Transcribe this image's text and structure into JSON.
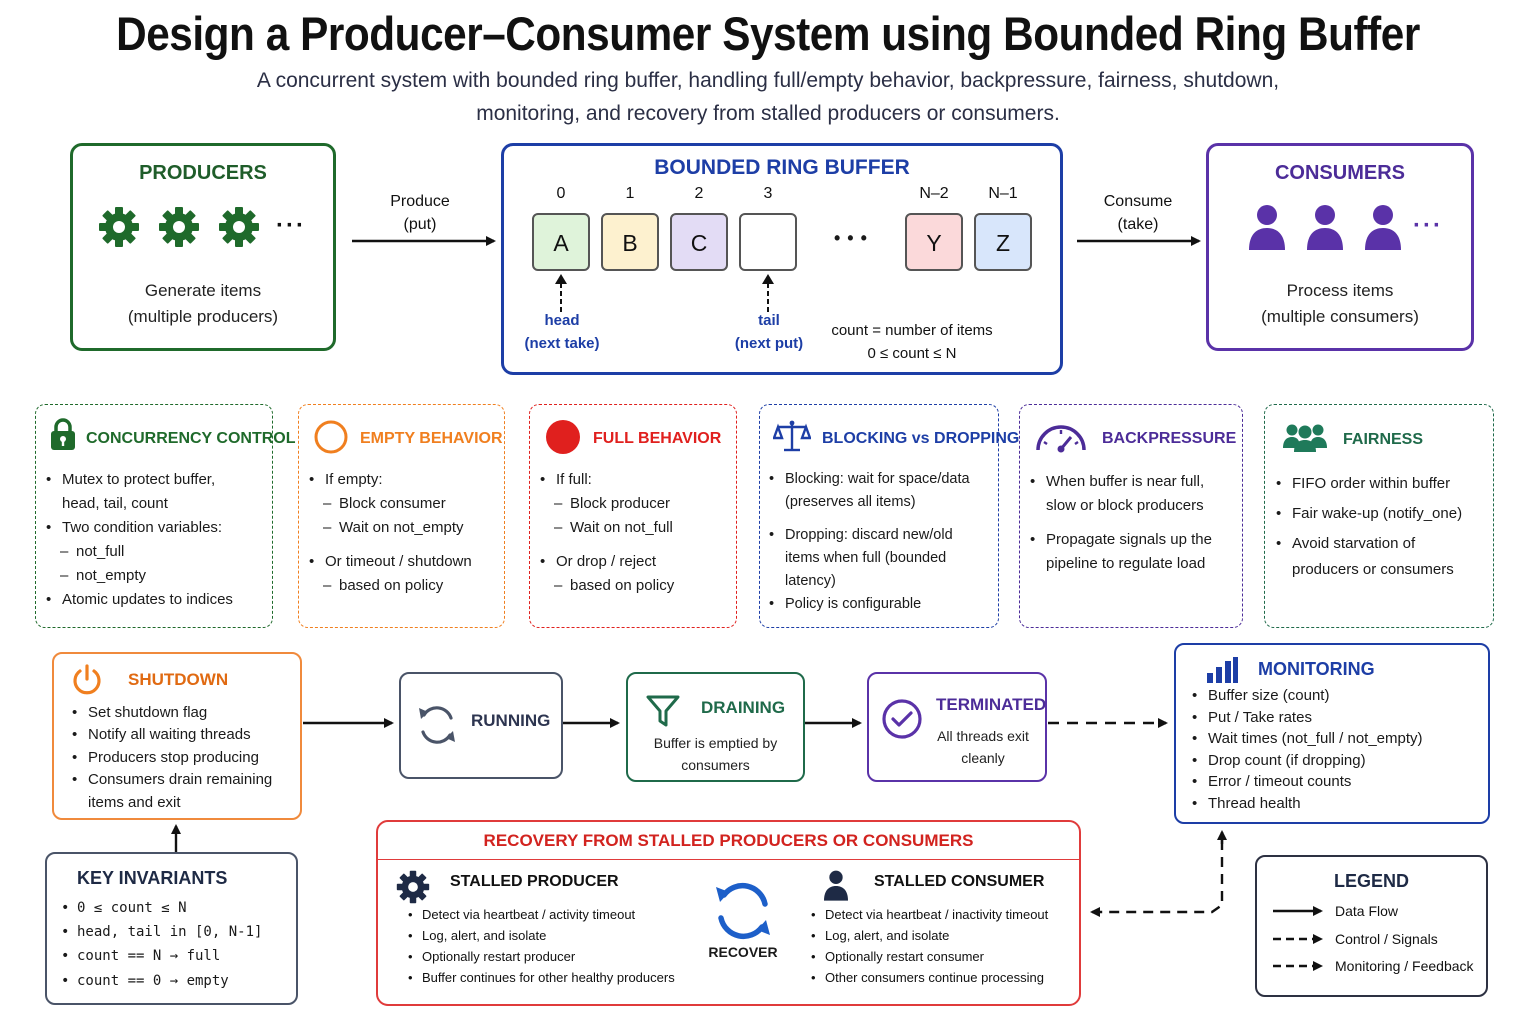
{
  "header": {
    "title": "Design a Producer–Consumer System using Bounded Ring Buffer",
    "subtitle_line1": "A concurrent system with bounded ring buffer, handling full/empty behavior, backpressure, fairness, shutdown,",
    "subtitle_line2": "monitoring, and recovery from stalled producers or consumers."
  },
  "producers": {
    "title": "PRODUCERS",
    "icon": "gear-icon",
    "dots": "···",
    "caption_line1": "Generate items",
    "caption_line2": "(multiple producers)",
    "color": "#1f6a2b"
  },
  "produce_arrow": {
    "line1": "Produce",
    "line2": "(put)"
  },
  "ring_buffer": {
    "title": "BOUNDED RING BUFFER",
    "slots": [
      {
        "index": "0",
        "value": "A",
        "color": "#dff3da"
      },
      {
        "index": "1",
        "value": "B",
        "color": "#fdf1cf"
      },
      {
        "index": "2",
        "value": "C",
        "color": "#e3dcf5"
      },
      {
        "index": "3",
        "value": "",
        "color": "#ffffff"
      },
      {
        "index": "N–2",
        "value": "Y",
        "color": "#fbd9da"
      },
      {
        "index": "N–1",
        "value": "Z",
        "color": "#d8e6fb"
      }
    ],
    "ellipsis": "• • •",
    "head_label": "head",
    "head_sub": "(next take)",
    "tail_label": "tail",
    "tail_sub": "(next put)",
    "count_line1": "count = number of items",
    "count_line2": "0 ≤ count ≤ N",
    "color": "#1d3ea6"
  },
  "consume_arrow": {
    "line1": "Consume",
    "line2": "(take)"
  },
  "consumers": {
    "title": "CONSUMERS",
    "icon": "person-icon",
    "dots": "···",
    "caption_line1": "Process items",
    "caption_line2": "(multiple consumers)",
    "color": "#5a32a8"
  },
  "cards": {
    "concurrency": {
      "title": "CONCURRENCY CONTROL",
      "icon": "lock-icon",
      "color": "#1f6a2b",
      "items": [
        "Mutex to protect buffer,",
        "head, tail, count",
        "Two condition variables:",
        "not_full",
        "not_empty",
        "Atomic updates to indices"
      ]
    },
    "empty": {
      "title": "EMPTY BEHAVIOR",
      "icon": "empty-circle-icon",
      "color": "#f07f1f",
      "items": [
        "If empty:",
        "Block consumer",
        "Wait on not_empty",
        "Or timeout / shutdown",
        "based on policy"
      ]
    },
    "full": {
      "title": "FULL BEHAVIOR",
      "icon": "full-circle-icon",
      "color": "#e0201e",
      "items": [
        "If full:",
        "Block producer",
        "Wait on not_full",
        "Or drop / reject",
        "based on policy"
      ]
    },
    "blocking": {
      "title": "BLOCKING vs DROPPING",
      "icon": "scale-icon",
      "color": "#1d3ea6",
      "items": [
        "Blocking: wait for space/data",
        "(preserves all items)",
        "Dropping: discard new/old",
        "items when full (bounded",
        "latency)",
        "Policy is configurable"
      ]
    },
    "backpressure": {
      "title": "BACKPRESSURE",
      "icon": "gauge-icon",
      "color": "#4c2c98",
      "items": [
        "When buffer is near full,",
        "slow or block producers",
        "Propagate signals up the",
        "pipeline to regulate load"
      ]
    },
    "fairness": {
      "title": "FAIRNESS",
      "icon": "group-icon",
      "color": "#1f6a4a",
      "items": [
        "FIFO order within buffer",
        "Fair wake-up (notify_one)",
        "Avoid starvation of",
        "producers or consumers"
      ]
    }
  },
  "shutdown": {
    "title": "SHUTDOWN",
    "icon": "power-icon",
    "items": [
      "Set shutdown flag",
      "Notify all waiting threads",
      "Producers stop producing",
      "Consumers drain remaining",
      "items and exit"
    ]
  },
  "states": {
    "running": {
      "title": "RUNNING",
      "icon": "refresh-icon"
    },
    "draining": {
      "title": "DRAINING",
      "icon": "filter-icon",
      "desc_line1": "Buffer is emptied by",
      "desc_line2": "consumers"
    },
    "terminated": {
      "title": "TERMINATED",
      "icon": "check-circle-icon",
      "desc_line1": "All threads exit",
      "desc_line2": "cleanly"
    }
  },
  "monitoring": {
    "title": "MONITORING",
    "icon": "bar-chart-icon",
    "items": [
      "Buffer size (count)",
      "Put / Take rates",
      "Wait times (not_full / not_empty)",
      "Drop count (if dropping)",
      "Error / timeout counts",
      "Thread health"
    ]
  },
  "invariants": {
    "title": "KEY INVARIANTS",
    "items": [
      "0 ≤ count ≤ N",
      "head, tail in [0, N-1]",
      "count == N → full",
      "count == 0 → empty"
    ]
  },
  "recovery": {
    "title": "RECOVERY FROM STALLED PRODUCERS OR CONSUMERS",
    "producer_title": "STALLED PRODUCER",
    "producer_icon": "gear-icon",
    "producer_items": [
      "Detect via heartbeat / activity timeout",
      "Log, alert, and isolate",
      "Optionally restart producer",
      "Buffer continues for other healthy producers"
    ],
    "recover_label": "RECOVER",
    "recover_icon": "cycle-icon",
    "consumer_title": "STALLED CONSUMER",
    "consumer_icon": "person-icon",
    "consumer_items": [
      "Detect via heartbeat / inactivity timeout",
      "Log, alert, and isolate",
      "Optionally restart consumer",
      "Other consumers continue processing"
    ]
  },
  "legend": {
    "title": "LEGEND",
    "items": [
      "Data Flow",
      "Control / Signals",
      "Monitoring / Feedback"
    ]
  }
}
